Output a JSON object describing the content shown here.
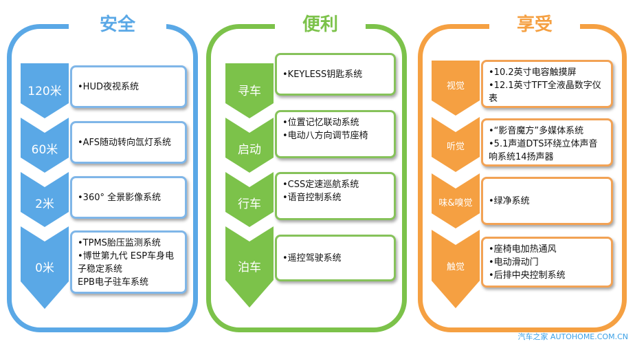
{
  "colors": {
    "safety": "#5aa8e6",
    "safety_box": "#7fb6e8",
    "convenience": "#7cc24a",
    "convenience_box": "#86c25a",
    "enjoy": "#f5a042",
    "enjoy_box": "#f2a254"
  },
  "safety": {
    "title": "安全",
    "rows": [
      {
        "label": "120米",
        "items": [
          "•HUD夜视系统"
        ]
      },
      {
        "label": "60米",
        "items": [
          "•AFS随动转向氙灯系统"
        ]
      },
      {
        "label": "2米",
        "items": [
          "•360° 全景影像系统"
        ]
      },
      {
        "label": "0米",
        "items": [
          "•TPMS胎压监测系统",
          "•博世第九代 ESP车身电子稳定系统",
          "EPB电子驻车系统"
        ]
      }
    ]
  },
  "convenience": {
    "title": "便利",
    "rows": [
      {
        "label": "寻车",
        "items": [
          "•KEYLESS钥匙系统"
        ]
      },
      {
        "label": "启动",
        "items": [
          "•位置记忆联动系统",
          "•电动八方向调节座椅"
        ]
      },
      {
        "label": "行车",
        "items": [
          "•CSS定速巡航系统",
          "•语音控制系统"
        ]
      },
      {
        "label": "泊车",
        "items": [
          "•遥控驾驶系统"
        ]
      }
    ]
  },
  "enjoy": {
    "title": "享受",
    "rows": [
      {
        "label": "视觉",
        "items": [
          "•10.2英寸电容触摸屏",
          "•12.1英寸TFT全液晶数字仪表"
        ]
      },
      {
        "label": "听觉",
        "items": [
          "•“影音魔方”多媒体系统",
          "•5.1声道DTS环绕立体声音响系统14扬声器"
        ]
      },
      {
        "label": "味&嗅觉",
        "items": [
          "•绿净系统"
        ]
      },
      {
        "label": "触觉",
        "items": [
          "•座椅电加热通风",
          "•电动滑动门",
          "•后排中央控制系统"
        ]
      }
    ]
  },
  "footer": "汽车之家 AUTOHOME.COM.CN"
}
